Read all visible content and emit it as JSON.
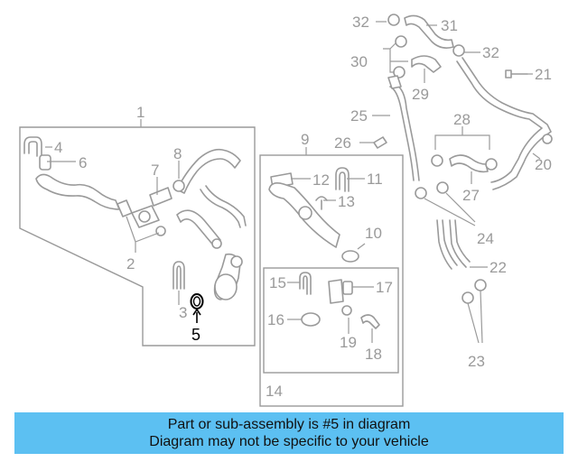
{
  "diagram": {
    "highlighted_callout": "5",
    "callouts": {
      "c1": "1",
      "c2": "2",
      "c3": "3",
      "c4": "4",
      "c5": "5",
      "c6": "6",
      "c7": "7",
      "c8": "8",
      "c9": "9",
      "c10": "10",
      "c11": "11",
      "c12": "12",
      "c13": "13",
      "c14": "14",
      "c15": "15",
      "c16": "16",
      "c17": "17",
      "c18": "18",
      "c19": "19",
      "c20": "20",
      "c21": "21",
      "c22": "22",
      "c23": "23",
      "c24": "24",
      "c25": "25",
      "c26": "26",
      "c27": "27",
      "c28": "28",
      "c29": "29",
      "c30": "30",
      "c31": "31",
      "c32a": "32",
      "c32b": "32"
    },
    "colors": {
      "line": "#9a9a9a",
      "highlight": "#000000",
      "banner": "#5cc0f2"
    }
  },
  "banner": {
    "line1": "Part or sub-assembly is #5 in diagram",
    "line2": "Diagram may not be specific to your vehicle"
  }
}
